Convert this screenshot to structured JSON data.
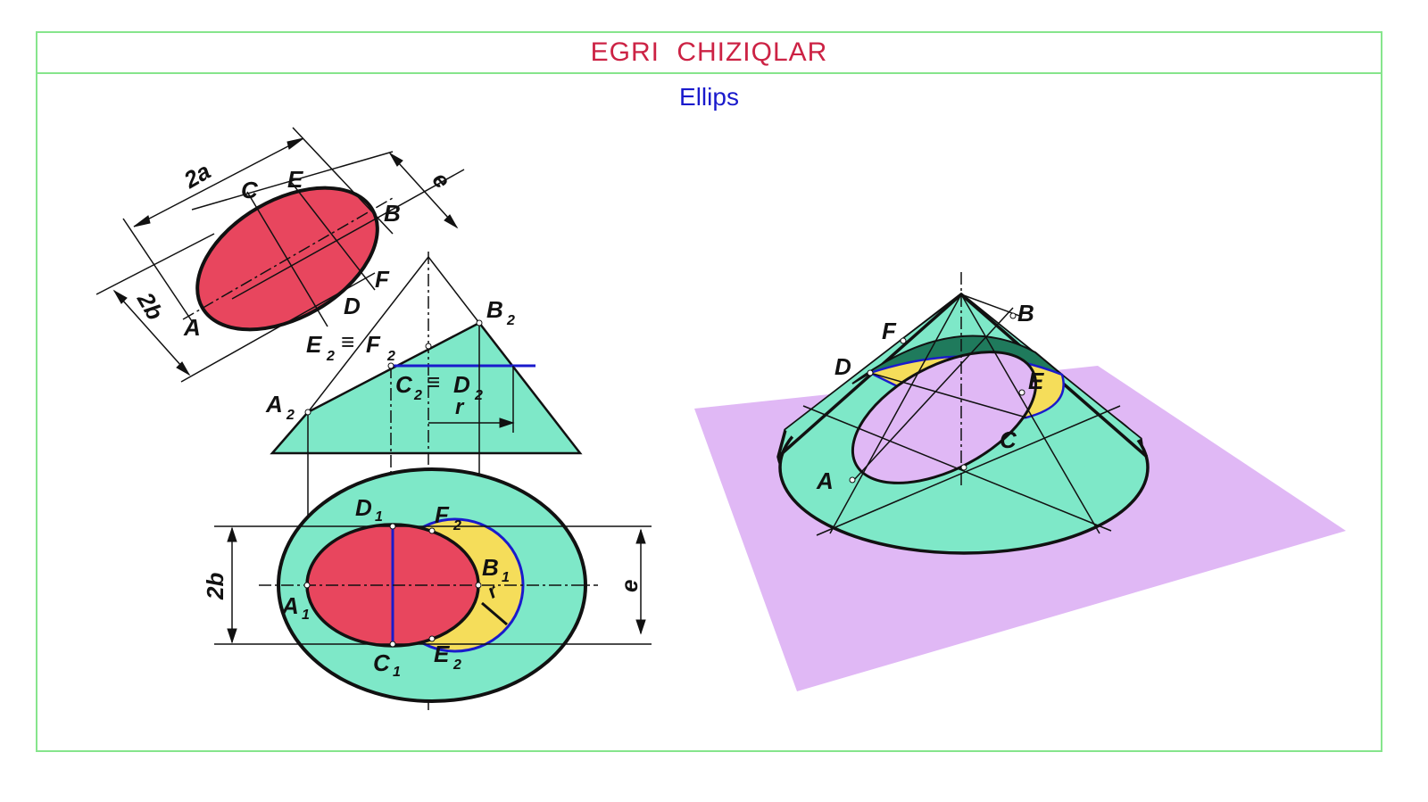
{
  "header": {
    "title": "EGRI  CHIZIQLAR"
  },
  "subtitle": "Ellips",
  "colors": {
    "frame": "#86e58c",
    "title": "#cc2244",
    "subtitle": "#1a1acc",
    "ellipse": "#e8465e",
    "cone": "#7ee8c8",
    "yellow": "#f5dd5a",
    "plane": "#e0b8f5",
    "dark_green": "#1f7a5c"
  },
  "labels": {
    "top_ellipse": {
      "a": "2a",
      "e": "e",
      "b": "2b",
      "C": "C",
      "E": "E",
      "B": "B",
      "F": "F",
      "D": "D",
      "A": "A"
    },
    "front_view": {
      "A2": "A",
      "B2": "B",
      "E2F2": "E",
      "F2": "F",
      "C2D2": "C",
      "D2": "D",
      "r": "r",
      "sub": "2",
      "eq": "≡"
    },
    "top_view": {
      "D1": "D",
      "F2": "F",
      "B1": "B",
      "A1": "A",
      "C1": "C",
      "E2": "E",
      "b2": "2b",
      "e": "e",
      "r": "r",
      "s1": "1",
      "s2": "2"
    },
    "iso_view": {
      "F": "F",
      "B": "B",
      "D": "D",
      "E": "E",
      "C": "C",
      "A": "A"
    }
  }
}
